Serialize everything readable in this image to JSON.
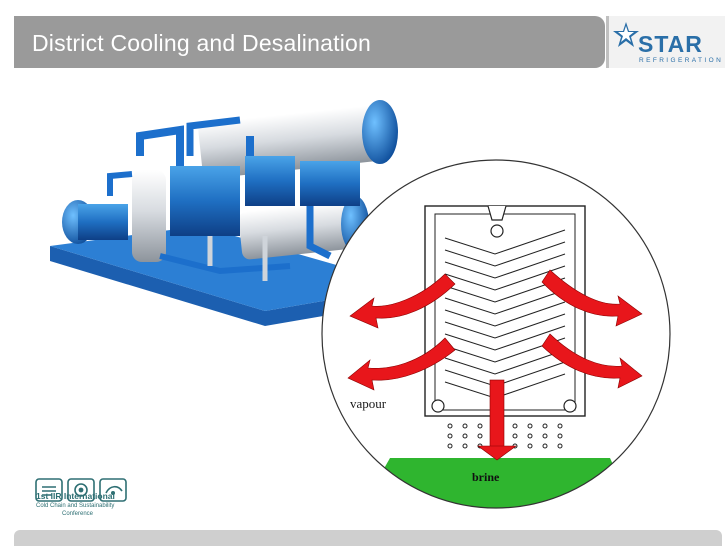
{
  "slide": {
    "title": "District Cooling and Desalination"
  },
  "logo": {
    "word": "STAR",
    "sub": "REFRIGERATION",
    "brand_color": "#2a6fa8"
  },
  "diagram": {
    "vapour_label": "vapour",
    "brine_label": "brine",
    "arrow_color": "#e8161b",
    "brine_color": "#2fb52f"
  },
  "conference": {
    "line1": "1st IIR International",
    "line2": "Cold Chain and Sustainability",
    "line3": "Conference",
    "color": "#2e6f73"
  },
  "icons": [
    "star-logo-icon",
    "refrigeration-plant-illustration",
    "evaporator-diagram",
    "conference-logo-icon"
  ]
}
